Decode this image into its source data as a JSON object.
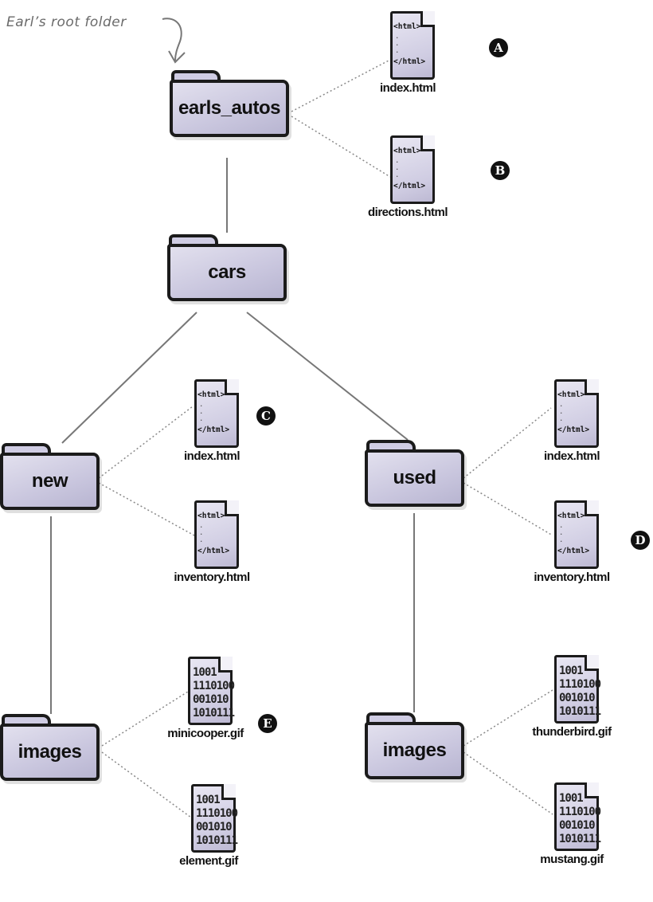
{
  "annotation": "Earl’s root folder",
  "folders": {
    "earls_autos": "earls_autos",
    "cars": "cars",
    "new": "new",
    "used": "used",
    "images_new": "images",
    "images_used": "images"
  },
  "html_code": {
    "open": "<html>",
    "close": "</html>"
  },
  "gif_code": "1001\n1110100\n001010\n1010111",
  "files": {
    "root_index": "index.html",
    "root_directions": "directions.html",
    "new_index": "index.html",
    "new_inventory": "inventory.html",
    "used_index": "index.html",
    "used_inventory": "inventory.html",
    "new_img_1": "minicooper.gif",
    "new_img_2": "element.gif",
    "used_img_1": "thunderbird.gif",
    "used_img_2": "mustang.gif"
  },
  "badges": {
    "a": "A",
    "b": "B",
    "c": "C",
    "d": "D",
    "e": "E"
  },
  "colors": {
    "folder_fill": "#cfcce3",
    "outline": "#1b1b1b",
    "connector": "#777777"
  }
}
